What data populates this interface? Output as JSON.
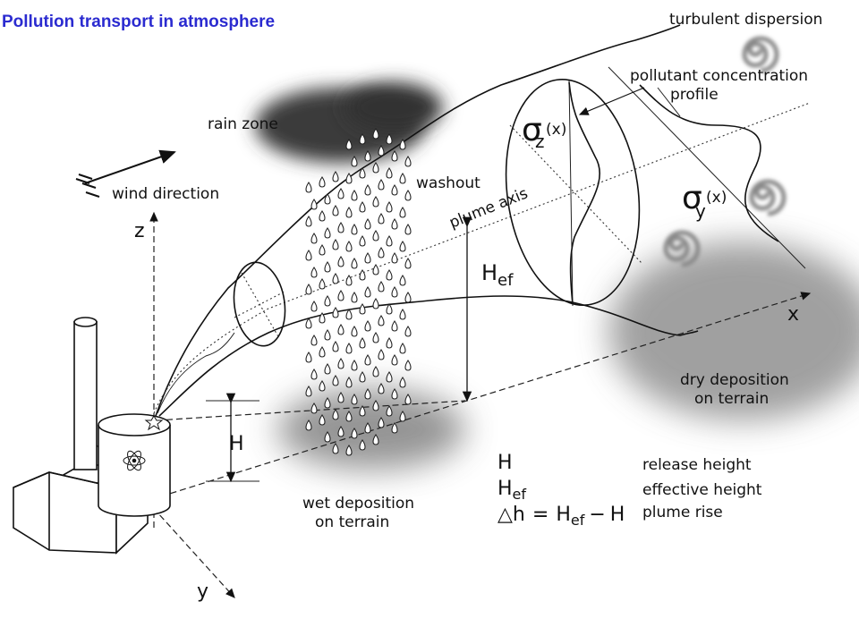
{
  "title": "Pollution transport in atmosphere",
  "labels": {
    "turbulent_dispersion": "turbulent  dispersion",
    "concentration_profile_1": "pollutant concentration",
    "concentration_profile_2": "profile",
    "rain_zone": "rain zone",
    "washout": "washout",
    "wind_direction": "wind direction",
    "plume_axis": "plume axis",
    "sigma_z": "σ",
    "sigma_z_sub": "z",
    "sigma_z_arg": "(x)",
    "sigma_y": "σ",
    "sigma_y_sub": "y",
    "sigma_y_arg": "(x)",
    "h_ef": "H",
    "h_ef_sub": "ef",
    "h": "H",
    "axis_x": "x",
    "axis_y": "y",
    "axis_z": "z",
    "dry_deposition_1": "dry deposition",
    "dry_deposition_2": "on terrain",
    "wet_deposition_1": "wet deposition",
    "wet_deposition_2": "on terrain"
  },
  "legend": {
    "h_symbol": "H",
    "hef_symbol": "H",
    "hef_sub": "ef",
    "dh_symbol": "△h",
    "eq": "=",
    "eq_h": "H",
    "eq_sub": "ef",
    "minus": "−",
    "eq_h2": "H",
    "release_height": "release height",
    "effective_height": "effective height",
    "plume_rise": "plume rise"
  },
  "colors": {
    "title": "#2b2bd0",
    "shadow": "#8a8a8a",
    "line": "#111111"
  }
}
